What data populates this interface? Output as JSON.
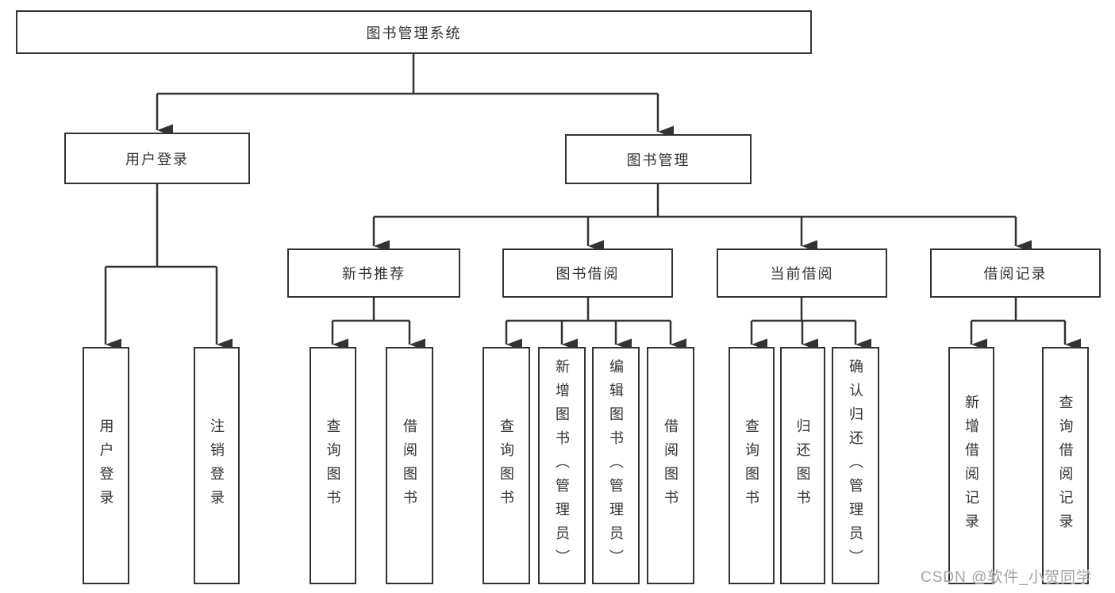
{
  "diagram": {
    "root": "图书管理系统",
    "branches": {
      "user_login": "用户登录",
      "book_mgmt": "图书管理"
    },
    "modules": {
      "new_books": "新书推荐",
      "book_borrow": "图书借阅",
      "current_borrow": "当前借阅",
      "borrow_records": "借阅记录"
    },
    "leaves": {
      "user_login": "用户登录",
      "logout": "注销登录",
      "nb_query": "查询图书",
      "nb_borrow": "借阅图书",
      "bb_query": "查询图书",
      "bb_add": "新增图书（管理员）",
      "bb_edit": "编辑图书（管理员）",
      "bb_borrow": "借阅图书",
      "cb_query": "查询图书",
      "cb_return": "归还图书",
      "cb_confirm": "确认归还（管理员）",
      "br_add": "新增借阅记录",
      "br_query": "查询借阅记录"
    }
  },
  "colors": {
    "line": "#333333",
    "box_border": "#333333",
    "text": "#333333",
    "watermark": "#a3a3a3"
  },
  "watermark": "CSDN @软件_小贺同学"
}
